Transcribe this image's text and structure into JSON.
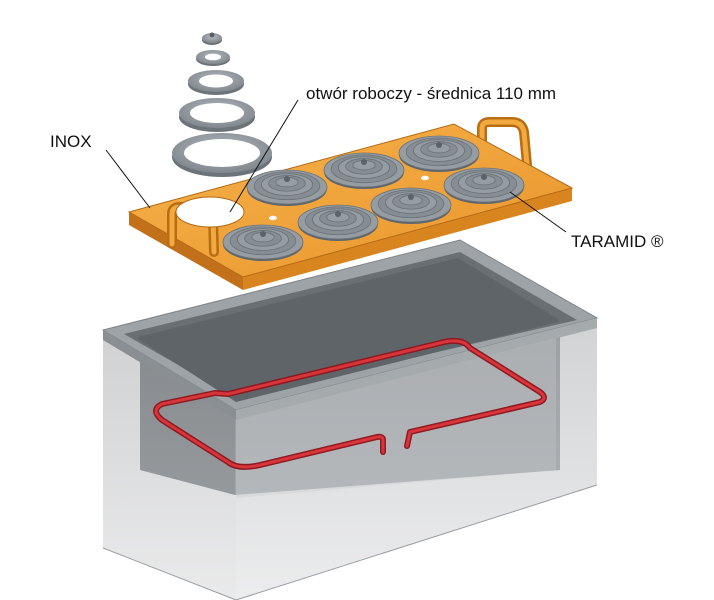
{
  "labels": {
    "inox": "INOX",
    "hole": "otwór roboczy - średnica 110 mm",
    "taramid": "TARAMID ®"
  },
  "colors": {
    "lid_top": "#f0a53a",
    "lid_edge": "#c9761a",
    "ring_fill": "#8e959c",
    "ring_dark": "#5f666c",
    "tank_rim": "#9a9fa3",
    "tank_inner": "#6e7378",
    "tank_body": "#c4c6c8",
    "heater": "#c8262c"
  },
  "icons": [
    "lid-handle-icon",
    "ring-cover-icon",
    "heater-coil-icon",
    "tank-icon"
  ]
}
